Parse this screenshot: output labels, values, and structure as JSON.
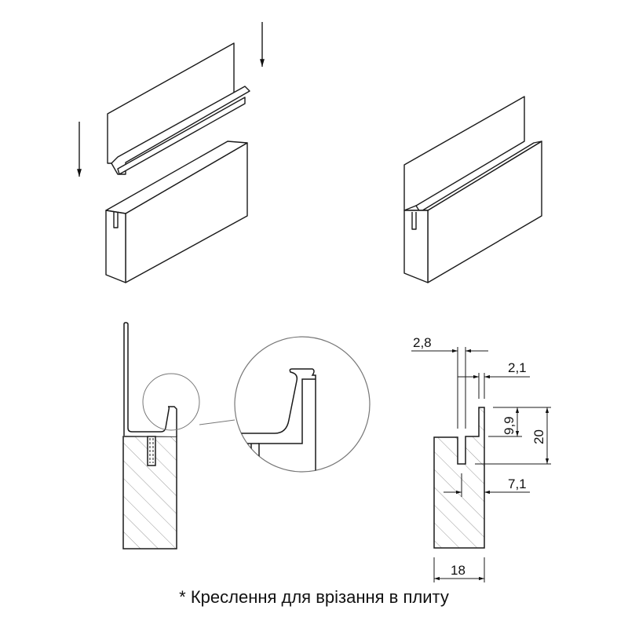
{
  "dimensions": {
    "slot_width": "2,8",
    "lip_thickness": "2,1",
    "lip_height": "9,9",
    "total_height": "20",
    "slot_offset": "7,1",
    "board_thickness": "18"
  },
  "caption": "* Креслення для врізання в плиту",
  "colors": {
    "line": "#1a1a1a",
    "hatch": "#9a9a9a",
    "detail_circle": "#777777"
  }
}
